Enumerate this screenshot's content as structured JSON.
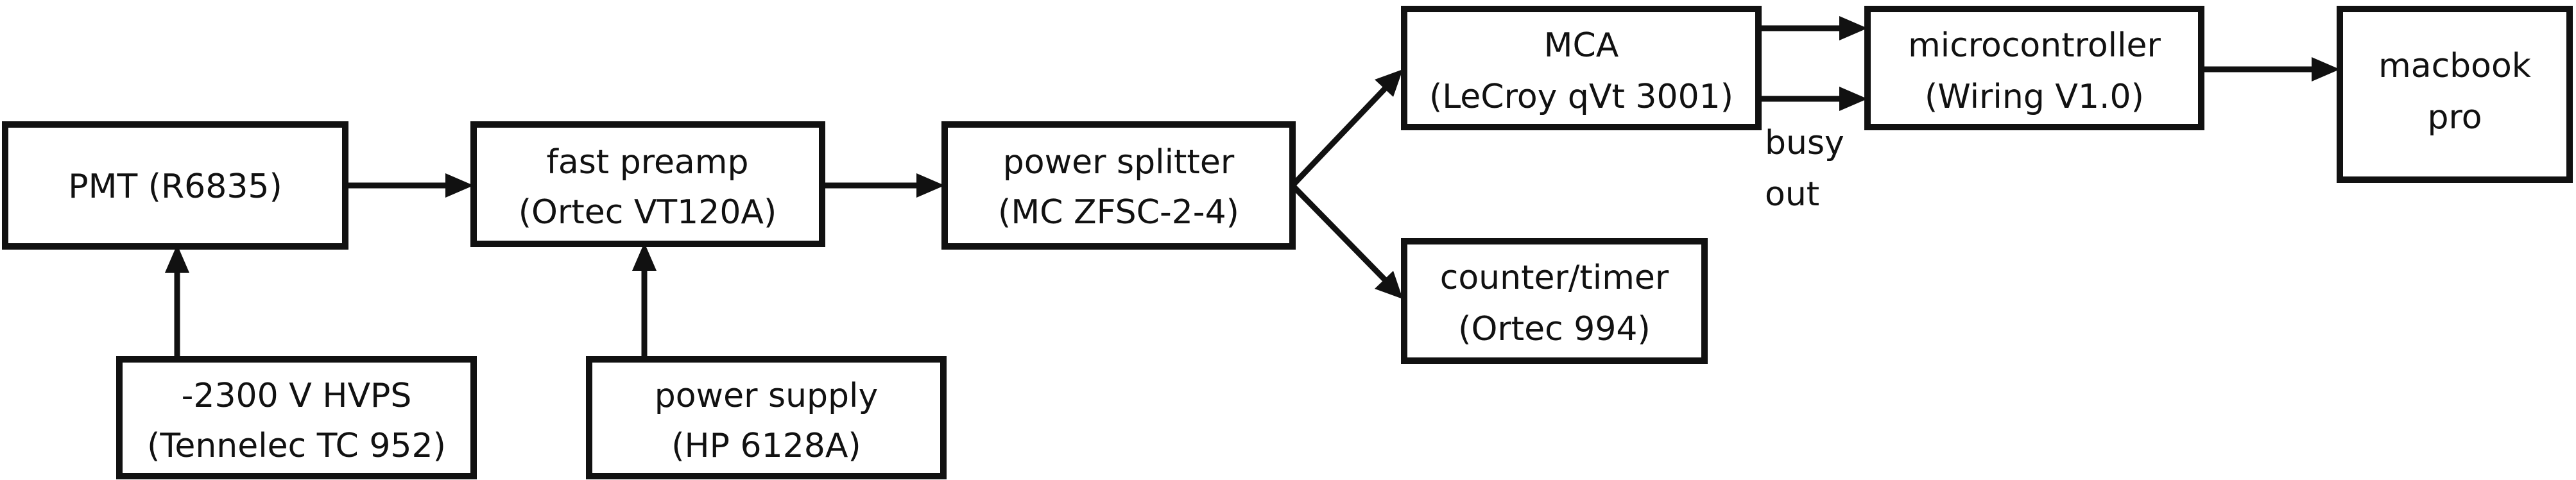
{
  "diagram": {
    "nodes": {
      "pmt": {
        "lines": [
          "PMT (R6835)"
        ]
      },
      "preamp": {
        "lines": [
          "fast preamp",
          "(Ortec VT120A)"
        ]
      },
      "splitter": {
        "lines": [
          "power splitter",
          "(MC ZFSC-2-4)"
        ]
      },
      "mca": {
        "lines": [
          "MCA",
          "(LeCroy qVt 3001)"
        ]
      },
      "counter": {
        "lines": [
          "counter/timer",
          "(Ortec 994)"
        ]
      },
      "micro": {
        "lines": [
          "microcontroller",
          "(Wiring V1.0)"
        ]
      },
      "macbook": {
        "lines": [
          "macbook",
          "pro"
        ]
      },
      "hvps": {
        "lines": [
          "-2300 V HVPS",
          "(Tennelec TC 952)"
        ]
      },
      "psu": {
        "lines": [
          "power supply",
          "(HP 6128A)"
        ]
      }
    },
    "labels": {
      "busy_out": [
        "busy",
        "out"
      ]
    },
    "edges": [
      {
        "from": "pmt",
        "to": "preamp"
      },
      {
        "from": "hvps",
        "to": "pmt"
      },
      {
        "from": "psu",
        "to": "preamp"
      },
      {
        "from": "preamp",
        "to": "splitter"
      },
      {
        "from": "splitter",
        "to": "mca"
      },
      {
        "from": "splitter",
        "to": "counter"
      },
      {
        "from": "mca",
        "to": "micro"
      },
      {
        "from": "mca",
        "to": "micro",
        "label": "busy_out"
      },
      {
        "from": "micro",
        "to": "macbook"
      }
    ]
  }
}
